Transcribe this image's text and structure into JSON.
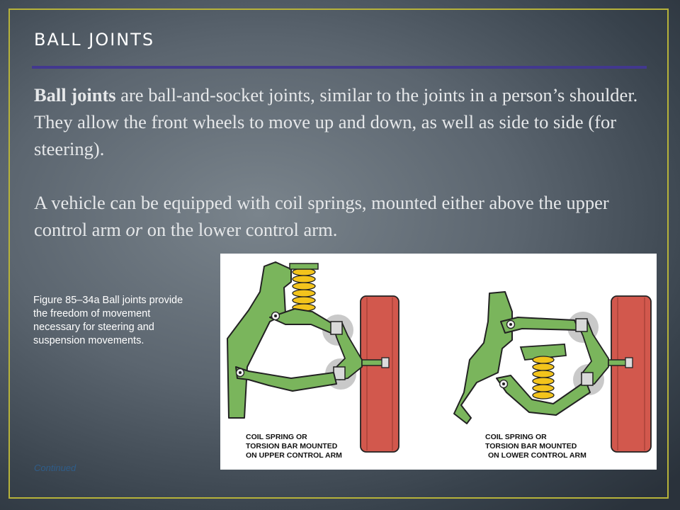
{
  "slide": {
    "title": "BALL JOINTS",
    "paragraph1": {
      "bold_term": "Ball joints",
      "text": " are ball-and-socket joints, similar to the joints in a person’s shoulder. They allow the front wheels to move up and down, as well as side to side (for steering)."
    },
    "paragraph2": {
      "before": "A vehicle can be equipped with coil springs, mounted either above the upper control arm ",
      "em": "or",
      "after": " on the lower control arm."
    },
    "caption": "Figure 85–34a  Ball joints provide the freedom of movement necessary for steering and suspension movements.",
    "continued": "Continued"
  },
  "figure": {
    "left_label": [
      "COIL SPRING OR",
      "TORSION BAR MOUNTED",
      "ON UPPER CONTROL ARM"
    ],
    "right_label": [
      "COIL SPRING OR",
      "TORSION BAR MOUNTED",
      "ON LOWER CONTROL ARM"
    ],
    "colors": {
      "arm_green": "#7ab55c",
      "tire_red": "#d2584d",
      "spring_yellow": "#f3c41c",
      "joint_gray": "#c9c9c9",
      "frame_border": "#b7b33a",
      "title_rule": "#42388f"
    }
  }
}
